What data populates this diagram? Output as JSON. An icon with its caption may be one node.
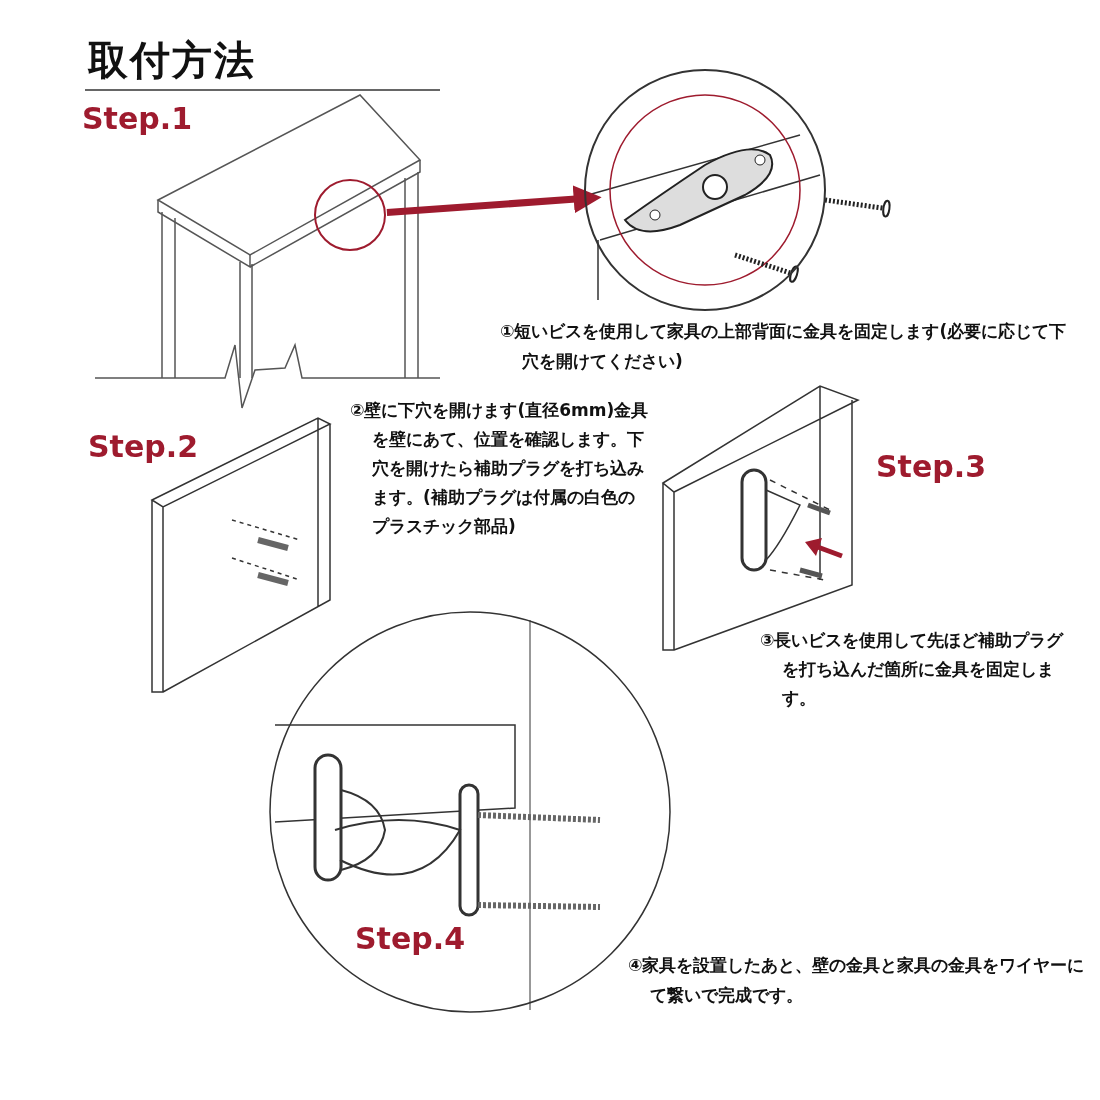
{
  "diagram": {
    "title": "取付方法",
    "nodes": [
      {
        "text": [],
        "shape": "circle"
      },
      {
        "text": [],
        "shape": "circle"
      }
    ],
    "edges": [
      {
        "from": 0,
        "to": 1,
        "arrow": "to",
        "color": "#9e1b2e"
      }
    ],
    "labels": [
      "Step.1",
      "①短いビスを使用して家具の上部背面に金具を固定します(必要に応じて下穴を開けてください)",
      "Step.2",
      "②壁に下穴を開けます(直径6mm)金具を壁にあて、位置を確認します。下穴を開けたら補助プラグを打ち込みます。(補助プラグは付属の白色のプラスチック部品)",
      "Step.3",
      "③長いビスを使用して先ほど補助プラグを打ち込んだ箇所に金具を固定します。",
      "Step.4",
      "④家具を設置したあと、壁の金具と家具の金具をワイヤーにて繋いで完成です。"
    ]
  }
}
